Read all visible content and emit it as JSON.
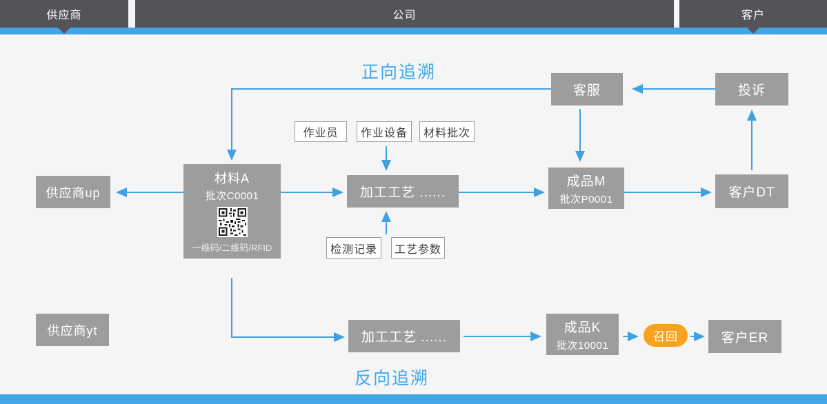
{
  "header": {
    "segments": [
      {
        "label": "供应商"
      },
      {
        "label": "公司"
      },
      {
        "label": "客户"
      }
    ]
  },
  "titles": {
    "forward": "正向追溯",
    "backward": "反向追溯"
  },
  "nodes": {
    "customer_service": "客服",
    "complaint": "投诉",
    "supplier_up": "供应商up",
    "supplier_yt": "供应商yt",
    "material_a": {
      "name": "材料A",
      "batch": "批次C0001",
      "caption": "一维码/二维码/RFID"
    },
    "process_top": "加工工艺  ......",
    "process_bottom": "加工工艺  ......",
    "product_m": {
      "name": "成品M",
      "batch": "批次P0001"
    },
    "product_k": {
      "name": "成品K",
      "batch": "批次10001"
    },
    "customer_dt": "客户DT",
    "customer_er": "客户ER",
    "recall": "召回"
  },
  "tags": {
    "operator": "作业员",
    "equipment": "作业设备",
    "material_batch": "材料批次",
    "inspection_record": "检测记录",
    "process_params": "工艺参数"
  },
  "icons": {
    "qr_code": "qr-code",
    "header_markers": "arrow-down-marker"
  },
  "colors": {
    "accent_blue": "#41a6e6",
    "title_blue": "#3fa8ee",
    "header_gray": "#545458",
    "node_gray": "#9d9d9d",
    "recall_orange": "#f8a21f",
    "background": "#f5f5f6"
  }
}
